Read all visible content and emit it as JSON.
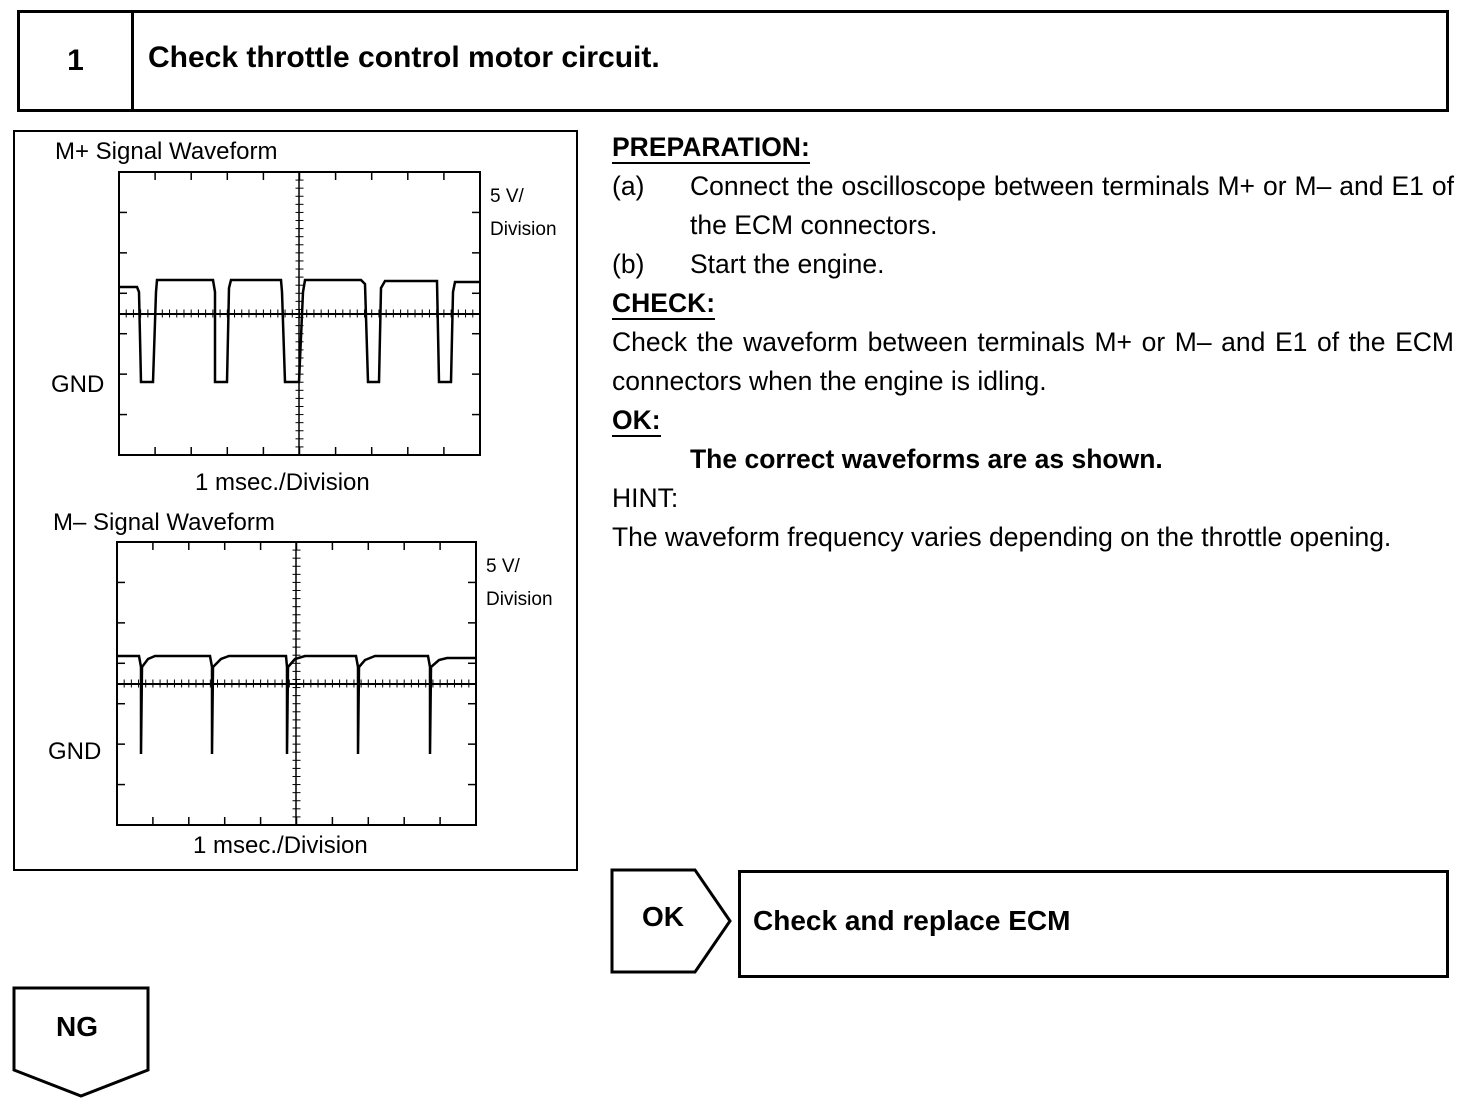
{
  "step": {
    "number": "1",
    "title": "Check throttle control motor circuit."
  },
  "figure": {
    "waveform_top": {
      "title": "M+ Signal Waveform",
      "volt_scale_line1": "5 V/",
      "volt_scale_line2": "Division",
      "ground_label": "GND",
      "time_scale": "1 msec./Division"
    },
    "waveform_bottom": {
      "title": "M– Signal Waveform",
      "volt_scale_line1": "5 V/",
      "volt_scale_line2": "Division",
      "ground_label": "GND",
      "time_scale": "1 msec./Division"
    }
  },
  "preparation": {
    "heading": "PREPARATION:",
    "items": [
      {
        "mark": "(a)",
        "text": "Connect the oscilloscope between terminals M+ or M– and E1 of the ECM connectors."
      },
      {
        "mark": "(b)",
        "text": "Start the engine."
      }
    ]
  },
  "check": {
    "heading": "CHECK:",
    "text": "Check the waveform between terminals M+ or M– and E1 of the ECM connectors when the engine is idling."
  },
  "ok_section": {
    "heading": "OK:",
    "text": "The correct waveforms are as shown."
  },
  "hint": {
    "heading": "HINT:",
    "text": "The waveform frequency varies depending on the throttle opening."
  },
  "flow": {
    "ok_label": "OK",
    "ok_result": "Check and replace ECM",
    "ng_label": "NG"
  }
}
